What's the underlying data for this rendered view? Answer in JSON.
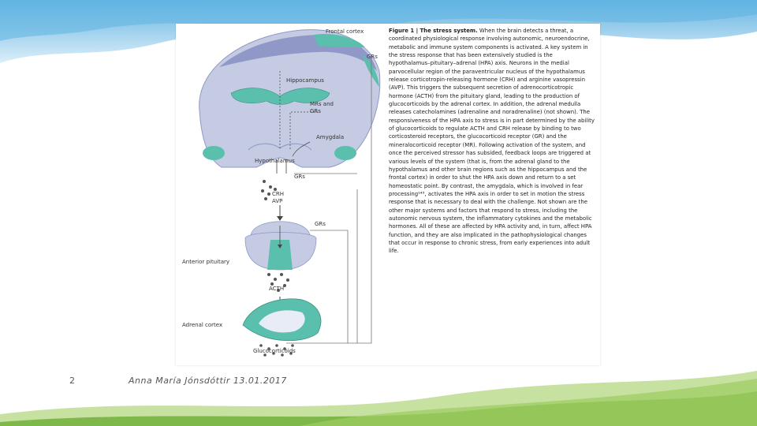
{
  "colors": {
    "sky": "#5fb4e2",
    "grass_light": "#b9d98a",
    "grass_dark": "#7fb84a",
    "brain": "#c4cbe3",
    "brain_dark": "#8f98c6",
    "teal": "#5bbfae"
  },
  "figure": {
    "labels": {
      "frontal_cortex": "Frontal cortex",
      "grs_top": "GRs",
      "hippocampus": "Hippocampus",
      "mrs_grs_1": "MRs and",
      "mrs_grs_2": "GRs",
      "amygdala": "Amygdala",
      "hypothalamus": "Hypothalamus",
      "grs_hypo": "GRs",
      "crh": "CRH",
      "avp": "AVP",
      "grs_pit": "GRs",
      "anterior_pituitary": "Anterior pituitary",
      "acth": "ACTH",
      "adrenal_cortex": "Adrenal cortex",
      "glucocorticoids": "Glucocorticoids"
    },
    "caption_title": "Figure 1 | The stress system.",
    "caption_body": "When the brain detects a threat, a coordinated physiological response involving autonomic, neuroendocrine, metabolic and immune system components is activated. A key system in the stress response that has been extensively studied is the hypothalamus–pituitary–adrenal (HPA) axis. Neurons in the medial parvocellular region of the paraventricular nucleus of the hypothalamus release corticotropin-releasing hormone (CRH) and arginine vasopressin (AVP). This triggers the subsequent secretion of adrenocorticotropic hormone (ACTH) from the pituitary gland, leading to the production of glucocorticoids by the adrenal cortex. In addition, the adrenal medulla releases catecholamines (adrenaline and noradrenaline) (not shown). The responsiveness of the HPA axis to stress is in part determined by the ability of glucocorticoids to regulate ACTH and CRH release by binding to two corticosteroid receptors, the glucocorticoid receptor (GR) and the mineralocorticoid receptor (MR). Following activation of the system, and once the perceived stressor has subsided, feedback loops are triggered at various levels of the system (that is, from the adrenal gland to the hypothalamus and other brain regions such as the hippocampus and the frontal cortex) in order to shut the HPA axis down and return to a set homeostatic point. By contrast, the amygdala, which is involved in fear processing¹⁴³, activates the HPA axis in order to set in motion the stress response that is necessary to deal with the challenge. Not shown are the other major systems and factors that respond to stress, including the autonomic nervous system, the inflammatory cytokines and the metabolic hormones. All of these are affected by HPA activity and, in turn, affect HPA function, and they are also implicated in the pathophysiological changes that occur in response to chronic stress, from early experiences into adult life."
  },
  "footer": {
    "slide_number": "2",
    "author_date": "Anna María Jónsdóttir 13.01.2017"
  }
}
